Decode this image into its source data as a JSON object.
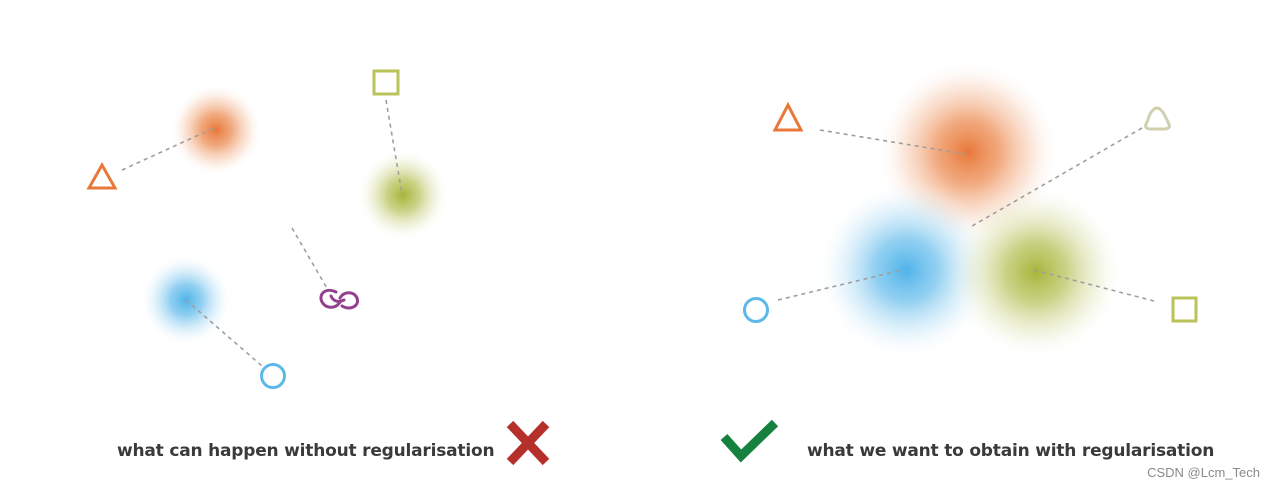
{
  "captions": {
    "without": "what can happen without regularisation",
    "with": "what we want to obtain with regularisation"
  },
  "watermark": "CSDN @Lcm_Tech",
  "colors": {
    "orange": "#e8783a",
    "blue": "#5cb8e8",
    "olive": "#b8c35a",
    "purple": "#93418f",
    "cross_red": "#b5302a",
    "check_green": "#16813f",
    "dashed_line": "#9e9e9e"
  },
  "icons": {
    "cross": "cross-mark-icon",
    "check": "check-mark-icon",
    "triangle": "triangle-icon",
    "square": "square-icon",
    "circle": "circle-icon",
    "rounded_triangle": "rounded-triangle-icon",
    "chain_link": "chain-link-icon"
  }
}
